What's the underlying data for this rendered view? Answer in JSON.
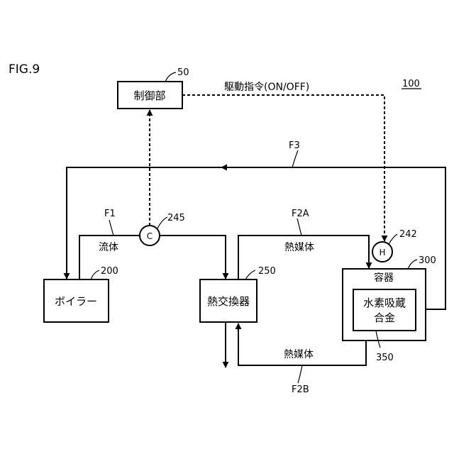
{
  "figure": {
    "label": "FIG.9",
    "system_ref": "100"
  },
  "blocks": {
    "controller": {
      "label": "制御部",
      "ref": "50"
    },
    "boiler": {
      "label": "ボイラー",
      "ref": "200"
    },
    "heat_exchanger": {
      "label": "熱交換器",
      "ref": "250"
    },
    "container": {
      "label": "容器",
      "ref": "300"
    },
    "alloy": {
      "line1": "水素吸蔵",
      "line2": "合金",
      "ref": "350"
    }
  },
  "sensors": {
    "c_sensor": {
      "symbol": "C",
      "ref": "245"
    },
    "h_sensor": {
      "symbol": "H",
      "ref": "242"
    }
  },
  "labels": {
    "drive_command": "駆動指令(ON/OFF)",
    "f1": "F1",
    "fluid": "流体",
    "f2a": "F2A",
    "heat_medium_top": "熱媒体",
    "f2b": "F2B",
    "heat_medium_bottom": "熱媒体",
    "f3": "F3"
  }
}
